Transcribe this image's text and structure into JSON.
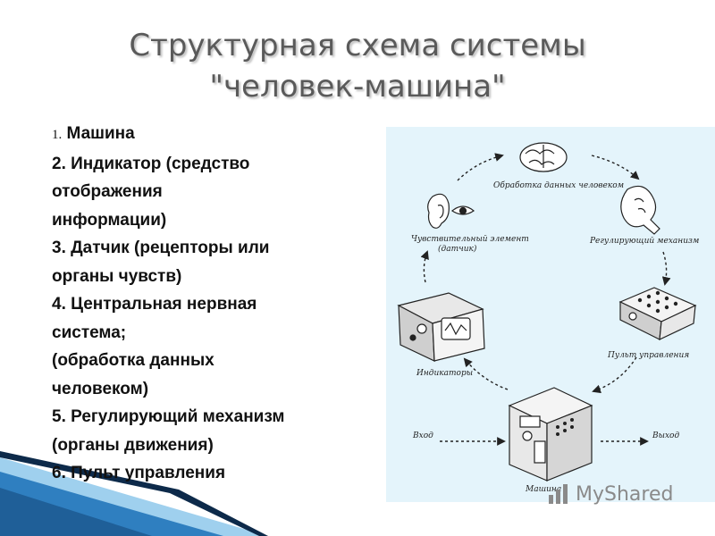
{
  "title": {
    "line1": "Структурная схема системы",
    "line2": "\"человек-машина\""
  },
  "list": {
    "item1_num": "1.",
    "item1_text": "Машина",
    "lines": [
      "2. Индикатор (средство",
      "отображения",
      "информации)",
      "3. Датчик (рецепторы или",
      "органы чувств)",
      "4. Центральная нервная",
      "система;",
      "(обработка данных",
      "человеком)",
      "5. Регулирующий механизм",
      "(органы движения)",
      "6. Пульт управления"
    ]
  },
  "diagram": {
    "brain_label": "Обработка данных человеком",
    "sensor_label_1": "Чувствительный элемент",
    "sensor_label_2": "(датчик)",
    "hand_label": "Регулирующий механизм",
    "indicator_label": "Индикаторы",
    "panel_label": "Пульт управления",
    "machine_label": "Машина",
    "input_label": "Вход",
    "output_label": "Выход"
  },
  "watermark": {
    "text": "MyShared"
  },
  "colors": {
    "title": "#5a5a5a",
    "diagram_background": "#e4f4fb",
    "stripe_dark": "#0d2a4a",
    "stripe_blue": "#2f7fc0",
    "stripe_light": "#9fd0ee"
  }
}
